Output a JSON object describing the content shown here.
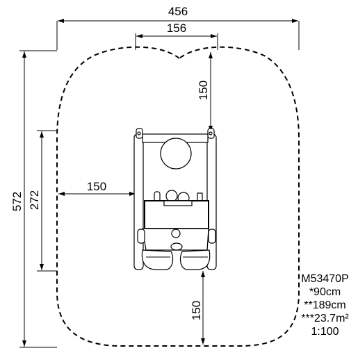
{
  "dimensions": {
    "overall_width": "456",
    "top_width": "156",
    "top_clearance": "150",
    "side_clearance": "150",
    "bottom_clearance": "150",
    "overall_length": "572",
    "equipment_length": "272"
  },
  "product_info": {
    "model": "M53470P",
    "free_fall_height": "*90cm",
    "max_height": "**189cm",
    "area": "***23.7m²",
    "scale": "1:100"
  }
}
